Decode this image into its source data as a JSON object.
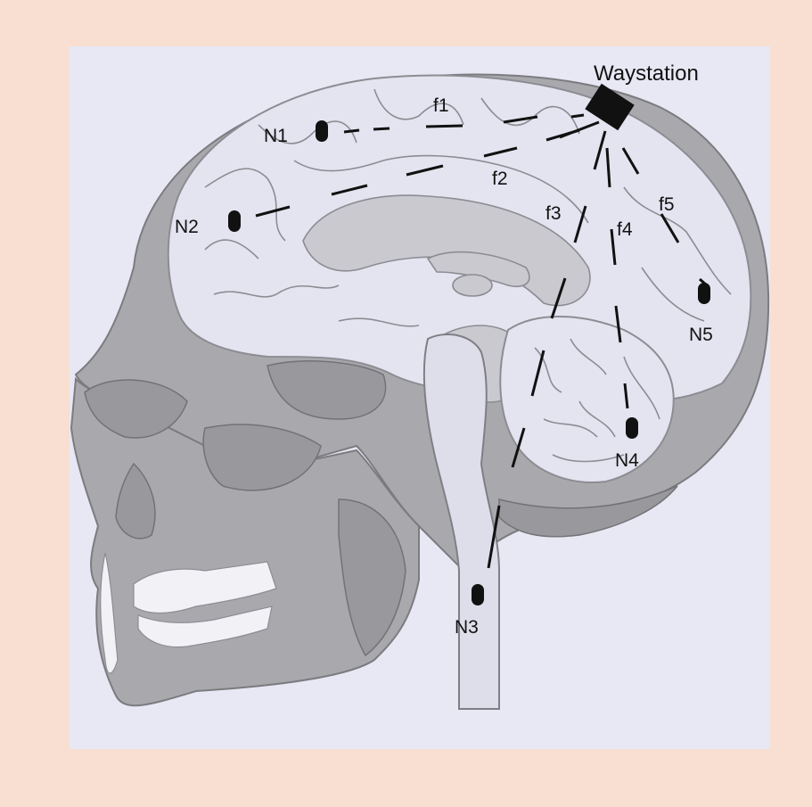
{
  "figure": {
    "background_color": "#f8dfd2",
    "panel_color": "#e8e8f4",
    "labels": {
      "waystation": "Waystation",
      "n1": "N1",
      "n2": "N2",
      "n3": "N3",
      "n4": "N4",
      "n5": "N5",
      "f1": "f1",
      "f2": "f2",
      "f3": "f3",
      "f4": "f4",
      "f5": "f5"
    }
  }
}
